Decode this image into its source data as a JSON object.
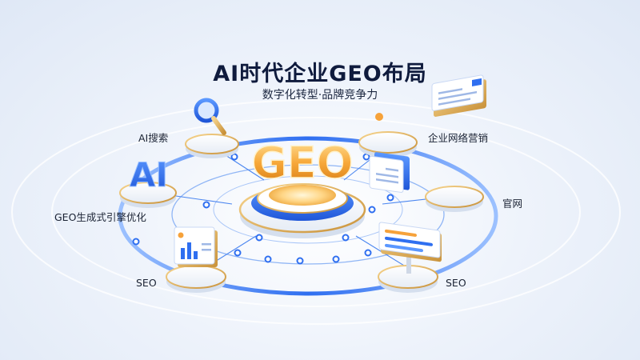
{
  "header": {
    "title": "AI时代企业GEO布局",
    "subtitle": "数字化转型·品牌竞争力"
  },
  "hub": {
    "label": "GEO"
  },
  "nodes": [
    {
      "label": "AI搜索",
      "icon": "magnifier-icon"
    },
    {
      "label": "企业网络营销",
      "icon": "document-chart-icon"
    },
    {
      "label": "GEO生成式引擎优化",
      "icon": "ai-letters-icon"
    },
    {
      "label": "官网",
      "icon": "browser-window-icon"
    },
    {
      "label": "SEO",
      "icon": "analytics-dashboard-icon"
    },
    {
      "label": "SEO",
      "icon": "ranking-bars-icon"
    }
  ],
  "colors": {
    "accent": "#2f6ff0",
    "gold": "#e2b25c",
    "orange": "#f6a23a"
  }
}
